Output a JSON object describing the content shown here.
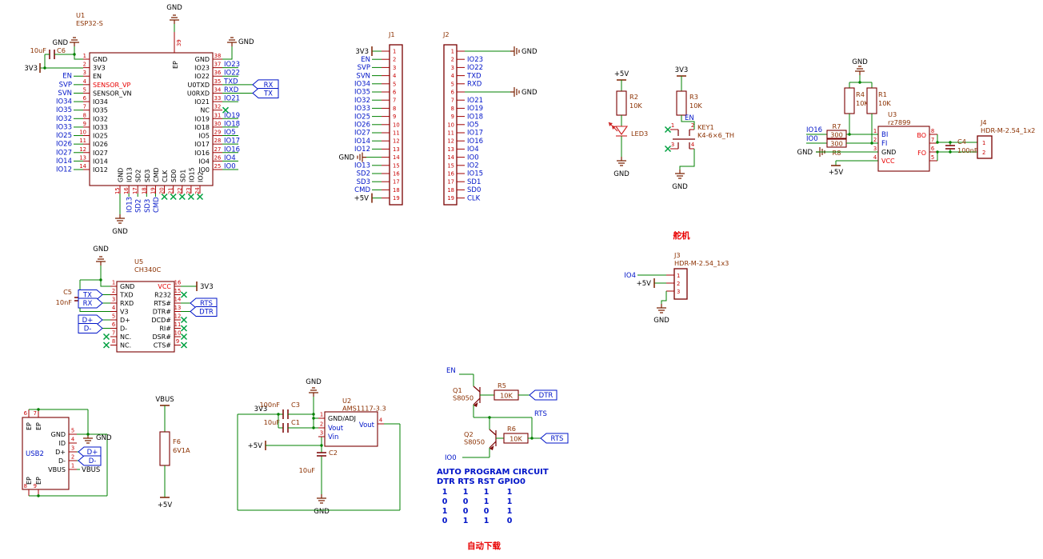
{
  "schematic": {
    "colors": {
      "wire": "#008000",
      "pin": "#a00000",
      "outline": "#7a0000",
      "pin_number": "#c80000",
      "net_label": "#0014c8",
      "ref_text": "#8b3000",
      "power_symbol": "#7a2000",
      "nc_mark": "#00a040",
      "red_text": "#e80000",
      "black_text": "#000000",
      "background": "#ffffff"
    },
    "u1": {
      "ref": "U1",
      "part": "ESP32-S",
      "ep": {
        "num": "39",
        "name": "EP"
      },
      "top_gnd": "GND",
      "gnd_left": "GND",
      "pin38_gnd": "GND",
      "gnd_bottom": "GND",
      "v3v3": "3V3",
      "c6": {
        "ref": "C6",
        "value": "10uF"
      },
      "rx_flag": "RX",
      "tx_flag": "TX",
      "left": [
        {
          "num": "1",
          "name": "GND",
          "label": ""
        },
        {
          "num": "2",
          "name": "3V3",
          "label": ""
        },
        {
          "num": "3",
          "name": "EN",
          "label": "EN"
        },
        {
          "num": "4",
          "name": "SENSOR_VP",
          "label": "SVP"
        },
        {
          "num": "5",
          "name": "SENSOR_VN",
          "label": "SVN"
        },
        {
          "num": "6",
          "name": "IO34",
          "label": "IO34"
        },
        {
          "num": "7",
          "name": "IO35",
          "label": "IO35"
        },
        {
          "num": "8",
          "name": "IO32",
          "label": "IO32"
        },
        {
          "num": "9",
          "name": "IO33",
          "label": "IO33"
        },
        {
          "num": "10",
          "name": "IO25",
          "label": "IO25"
        },
        {
          "num": "11",
          "name": "IO26",
          "label": "IO26"
        },
        {
          "num": "12",
          "name": "IO27",
          "label": "IO27"
        },
        {
          "num": "13",
          "name": "IO14",
          "label": "IO14"
        },
        {
          "num": "14",
          "name": "IO12",
          "label": "IO12"
        }
      ],
      "right": [
        {
          "num": "38",
          "name": "GND",
          "label": ""
        },
        {
          "num": "37",
          "name": "IO23",
          "label": "IO23"
        },
        {
          "num": "36",
          "name": "IO22",
          "label": "IO22"
        },
        {
          "num": "35",
          "name": "U0TXD",
          "label": "TXD"
        },
        {
          "num": "34",
          "name": "U0RXD",
          "label": "RXD"
        },
        {
          "num": "33",
          "name": "IO21",
          "label": "IO21"
        },
        {
          "num": "32",
          "name": "NC",
          "label": ""
        },
        {
          "num": "31",
          "name": "IO19",
          "label": "IO19"
        },
        {
          "num": "30",
          "name": "IO18",
          "label": "IO18"
        },
        {
          "num": "29",
          "name": "IO5",
          "label": "IO5"
        },
        {
          "num": "28",
          "name": "IO17",
          "label": "IO17"
        },
        {
          "num": "27",
          "name": "IO16",
          "label": "IO16"
        },
        {
          "num": "26",
          "name": "IO4",
          "label": "IO4"
        },
        {
          "num": "25",
          "name": "IO0",
          "label": "IO0"
        }
      ],
      "bottom": [
        {
          "num": "15",
          "name": "GND",
          "label": ""
        },
        {
          "num": "16",
          "name": "IO13",
          "label": "IO13"
        },
        {
          "num": "17",
          "name": "SD2",
          "label": "SD2"
        },
        {
          "num": "18",
          "name": "SD3",
          "label": "SD3"
        },
        {
          "num": "19",
          "name": "CMD",
          "label": "CMD"
        },
        {
          "num": "20",
          "name": "CLK",
          "label": ""
        },
        {
          "num": "21",
          "name": "SD0",
          "label": ""
        },
        {
          "num": "22",
          "name": "SD1",
          "label": ""
        },
        {
          "num": "23",
          "name": "IO15",
          "label": ""
        },
        {
          "num": "24",
          "name": "IO2",
          "label": ""
        }
      ]
    },
    "j1": {
      "ref": "J1",
      "pins": [
        {
          "num": "1",
          "label": "3V3"
        },
        {
          "num": "2",
          "label": "EN"
        },
        {
          "num": "3",
          "label": "SVP"
        },
        {
          "num": "4",
          "label": "SVN"
        },
        {
          "num": "5",
          "label": "IO34"
        },
        {
          "num": "6",
          "label": "IO35"
        },
        {
          "num": "7",
          "label": "IO32"
        },
        {
          "num": "8",
          "label": "IO33"
        },
        {
          "num": "9",
          "label": "IO25"
        },
        {
          "num": "10",
          "label": "IO26"
        },
        {
          "num": "11",
          "label": "IO27"
        },
        {
          "num": "12",
          "label": "IO14"
        },
        {
          "num": "13",
          "label": "IO12"
        },
        {
          "num": "14",
          "label": "GND"
        },
        {
          "num": "15",
          "label": "IO13"
        },
        {
          "num": "16",
          "label": "SD2"
        },
        {
          "num": "17",
          "label": "SD3"
        },
        {
          "num": "18",
          "label": "CMD"
        },
        {
          "num": "19",
          "label": "+5V"
        }
      ]
    },
    "j2": {
      "ref": "J2",
      "pins": [
        {
          "num": "1",
          "label": "GND"
        },
        {
          "num": "2",
          "label": "IO23"
        },
        {
          "num": "3",
          "label": "IO22"
        },
        {
          "num": "4",
          "label": "TXD"
        },
        {
          "num": "5",
          "label": "RXD"
        },
        {
          "num": "6",
          "label": "GND"
        },
        {
          "num": "7",
          "label": "IO21"
        },
        {
          "num": "8",
          "label": "IO19"
        },
        {
          "num": "9",
          "label": "IO18"
        },
        {
          "num": "10",
          "label": "IO5"
        },
        {
          "num": "11",
          "label": "IO17"
        },
        {
          "num": "12",
          "label": "IO16"
        },
        {
          "num": "13",
          "label": "IO4"
        },
        {
          "num": "14",
          "label": "IO0"
        },
        {
          "num": "15",
          "label": "IO2"
        },
        {
          "num": "16",
          "label": "IO15"
        },
        {
          "num": "17",
          "label": "SD1"
        },
        {
          "num": "18",
          "label": "SD0"
        },
        {
          "num": "19",
          "label": "CLK"
        }
      ]
    },
    "led": {
      "p5v": "+5V",
      "r2": {
        "ref": "R2",
        "value": "10K"
      },
      "name": "LED3",
      "gnd": "GND"
    },
    "key": {
      "p3v3": "3V3",
      "r3": {
        "ref": "R3",
        "value": "10K"
      },
      "en": "EN",
      "ref": "KEY1",
      "part": "K4-6×6_TH",
      "pins": [
        "1",
        "2",
        "3",
        "4"
      ],
      "gnd": "GND"
    },
    "servo_label": "舵机",
    "motor": {
      "gnd_top": "GND",
      "gnd2": "GND",
      "p5v": "+5V",
      "io16": "IO16",
      "io0": "IO0",
      "r4": {
        "ref": "R4",
        "value": "10K"
      },
      "r1": {
        "ref": "R1",
        "value": "10K"
      },
      "r7": {
        "ref": "R7",
        "value": "300"
      },
      "r8": {
        "ref": "R8",
        "value": "300"
      },
      "u3": {
        "ref": "U3",
        "part": "rz7899",
        "bo": "BO",
        "fo": "FO",
        "left": [
          {
            "num": "1",
            "name": "BI"
          },
          {
            "num": "2",
            "name": "FI"
          },
          {
            "num": "3",
            "name": "GND"
          },
          {
            "num": "4",
            "name": "VCC"
          }
        ],
        "right": [
          {
            "num": "8"
          },
          {
            "num": "7"
          },
          {
            "num": "6"
          },
          {
            "num": "5"
          }
        ]
      },
      "c4": {
        "ref": "C4",
        "value": "100nF"
      },
      "j4": {
        "ref": "J4",
        "part": "HDR-M-2.54_1x2",
        "pins": [
          "1",
          "2"
        ]
      }
    },
    "j3": {
      "ref": "J3",
      "part": "HDR-M-2.54_1x3",
      "pins": [
        "1",
        "2",
        "3"
      ],
      "io4": "IO4",
      "p5v": "+5V",
      "gnd": "GND"
    },
    "u5": {
      "ref": "U5",
      "part": "CH340C",
      "gnd": "GND",
      "v3v3": "3V3",
      "c5": {
        "ref": "C5",
        "value": "10nF"
      },
      "flags": {
        "tx": "TX",
        "rx": "RX",
        "dp": "D+",
        "dm": "D-",
        "rts": "RTS",
        "dtr": "DTR"
      },
      "left": [
        {
          "num": "1",
          "name": "GND"
        },
        {
          "num": "2",
          "name": "TXD"
        },
        {
          "num": "3",
          "name": "RXD"
        },
        {
          "num": "4",
          "name": "V3"
        },
        {
          "num": "5",
          "name": "D+"
        },
        {
          "num": "6",
          "name": "D-"
        },
        {
          "num": "7",
          "name": "NC."
        },
        {
          "num": "8",
          "name": "NC."
        }
      ],
      "right": [
        {
          "num": "16",
          "name": "VCC"
        },
        {
          "num": "15",
          "name": "R232"
        },
        {
          "num": "14",
          "name": "RTS#"
        },
        {
          "num": "13",
          "name": "DTR#"
        },
        {
          "num": "12",
          "name": "DCD#"
        },
        {
          "num": "11",
          "name": "RI#"
        },
        {
          "num": "10",
          "name": "DSR#"
        },
        {
          "num": "9",
          "name": "CTS#"
        }
      ]
    },
    "usb": {
      "ref": "USB2",
      "vbus": "VBUS",
      "gnd": "GND",
      "flags": {
        "dp": "D+",
        "dm": "D-"
      },
      "pins_right": [
        {
          "num": "5",
          "name": "GND"
        },
        {
          "num": "4",
          "name": "ID"
        },
        {
          "num": "3",
          "name": "D+"
        },
        {
          "num": "2",
          "name": "D-"
        },
        {
          "num": "1",
          "name": "VBUS"
        }
      ],
      "ep_top": [
        {
          "num": "6",
          "name": "EP"
        },
        {
          "num": "7",
          "name": "EP"
        }
      ],
      "ep_bottom": [
        {
          "num": "8",
          "name": "EP"
        },
        {
          "num": "9",
          "name": "EP"
        }
      ]
    },
    "fuse": {
      "ref": "F6",
      "value": "6V1A",
      "top": "VBUS",
      "bottom": "+5V"
    },
    "u2": {
      "ref": "U2",
      "part": "AMS1117-3.3",
      "gnd_top": "GND",
      "gnd_bottom": "GND",
      "v3v3": "3V3",
      "p5v": "+5V",
      "c3": {
        "ref": "C3",
        "value": "100nF"
      },
      "c1": {
        "ref": "C1",
        "value": "10uF"
      },
      "c2": {
        "ref": "C2",
        "value": "10uF"
      },
      "pins": {
        "p1": {
          "num": "1",
          "name": "GND/ADJ"
        },
        "p2": {
          "num": "2",
          "name": "Vout"
        },
        "p3": {
          "num": "3",
          "name": "Vin"
        },
        "p4": {
          "num": "4",
          "name": "Vout"
        }
      }
    },
    "autoprog": {
      "en": "EN",
      "io0": "IO0",
      "rts_mid": "RTS",
      "q1": {
        "ref": "Q1",
        "part": "S8050"
      },
      "q2": {
        "ref": "Q2",
        "part": "S8050"
      },
      "r5": {
        "ref": "R5",
        "value": "10K"
      },
      "r6": {
        "ref": "R6",
        "value": "10K"
      },
      "dtr_flag": "DTR",
      "rts_flag": "RTS",
      "title": "AUTO PROGRAM CIRCUIT",
      "header": "DTR RTS RST GPIO0",
      "table": [
        [
          "1",
          "1",
          "1",
          "1"
        ],
        [
          "0",
          "0",
          "1",
          "1"
        ],
        [
          "1",
          "0",
          "0",
          "1"
        ],
        [
          "0",
          "1",
          "1",
          "0"
        ]
      ],
      "caption": "自动下载"
    }
  }
}
